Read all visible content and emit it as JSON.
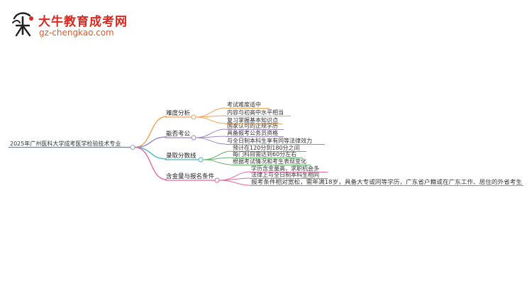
{
  "brand": {
    "title": "大牛教育成考网",
    "url": "gz-chengkao.com",
    "logo_text": "大牛"
  },
  "colors": {
    "orange": "#f0a35a",
    "purple": "#9a86c8",
    "teal": "#43b8c0",
    "green": "#5fb56a",
    "pink": "#e6679a",
    "root_line": "#5f86b5"
  },
  "mindmap": {
    "root": "2025年广州医科大学成考医学检验技术专业",
    "branches": [
      {
        "label": "难度分析",
        "color": "orange",
        "children": [
          "考试难度适中",
          "内容与初高中水平相当",
          "复习掌握基本知识点"
        ]
      },
      {
        "label": "能否考公",
        "color": "purple",
        "children": [
          "国家认可的正规学历",
          "具备报考公务员资格",
          "与全日制本科生享有同等法律效力"
        ]
      },
      {
        "label": "录取分数线",
        "color": "teal",
        "children": [
          "预计在120分到180分之间",
          "每门科目需达到60分左右",
          "根据考试情况和考生表现变化"
        ]
      },
      {
        "label": "含金量与报名条件",
        "color": "pink",
        "children": [
          "学历含金量高，求职机会多",
          "法律上与全日制本科生相同",
          "报考条件相对宽松，需年满18岁，具备大专或同等学历，广东省户籍或在广东工作、居住的外省考生"
        ]
      }
    ]
  }
}
